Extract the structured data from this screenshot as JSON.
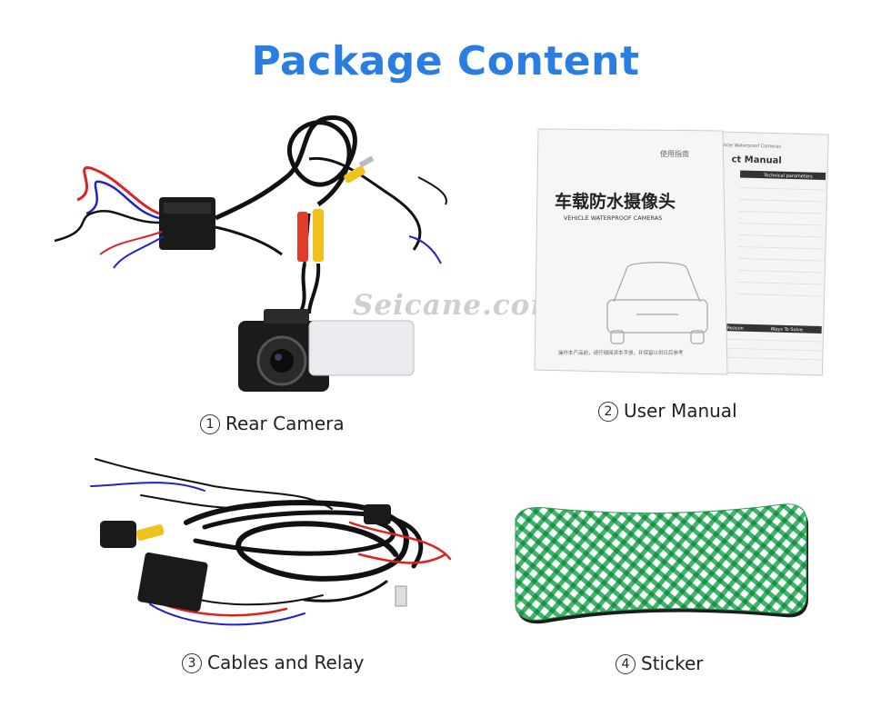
{
  "page": {
    "title": "Package Content",
    "watermark": "Seicane.com"
  },
  "items": [
    {
      "number": "1",
      "label": "Rear Camera"
    },
    {
      "number": "2",
      "label": "User Manual"
    },
    {
      "number": "3",
      "label": "Cables and Relay"
    },
    {
      "number": "4",
      "label": "Sticker"
    }
  ],
  "manual": {
    "top_text": "使用指南",
    "heading_cn": "车载防水摄像头",
    "heading_en": "VEHICLE WATERPROOF CAMERAS",
    "footer_text": "操作本产品前，请仔细阅读本手册，并保留以供日后参考",
    "back_header": "Vehicle Waterproof Cameras",
    "back_title": "ct Manual",
    "back_table_header": "Technical parameters",
    "back_reason": "Reason",
    "back_ways": "Ways To Solve"
  },
  "colors": {
    "title": "#2a7de1",
    "sticker_green": "#3fb46a",
    "manual_bg": "#f2f2f2"
  }
}
